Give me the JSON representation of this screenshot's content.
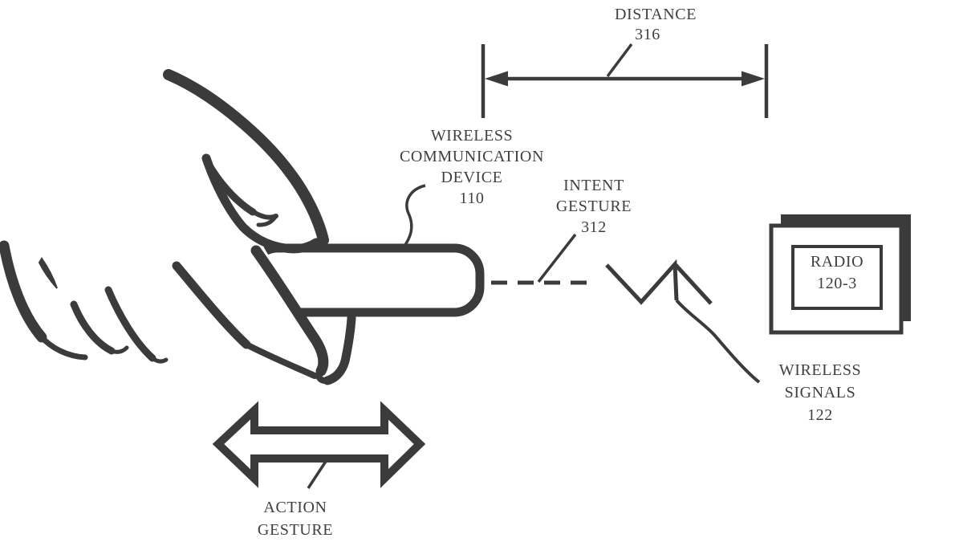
{
  "figure": {
    "type": "patent-style technical drawing",
    "background_color": "#ffffff",
    "ink_color": "#3b3b3b",
    "text_color": "#3f3f3f",
    "annotations": {
      "distance": {
        "label": "DISTANCE",
        "ref": "316"
      },
      "device": {
        "line1": "WIRELESS",
        "line2": "COMMUNICATION",
        "line3": "DEVICE",
        "ref": "110"
      },
      "intent": {
        "line1": "INTENT",
        "line2": "GESTURE",
        "ref": "312"
      },
      "radio": {
        "label": "RADIO",
        "ref": "120-3"
      },
      "signals": {
        "line1": "WIRELESS",
        "line2": "SIGNALS",
        "ref": "122"
      },
      "action": {
        "line1": "ACTION",
        "line2": "GESTURE"
      }
    }
  }
}
